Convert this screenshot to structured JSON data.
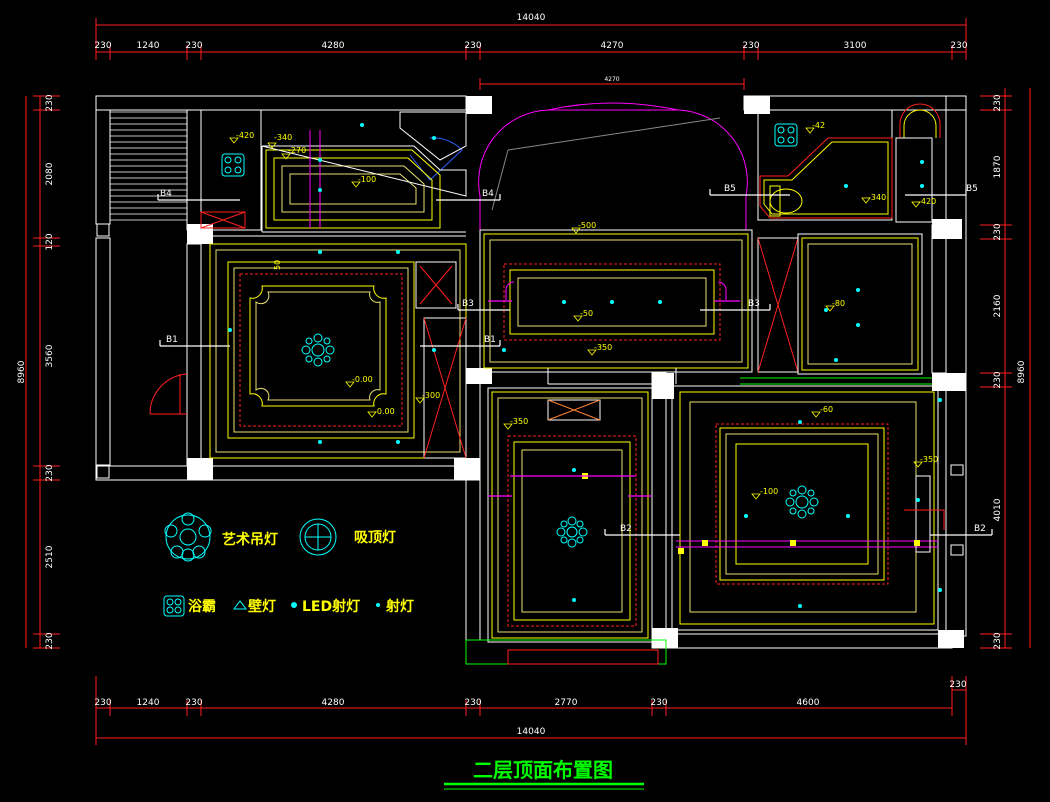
{
  "title": "二层顶面布置图",
  "colors": {
    "background": "#000000",
    "dimension": "#ff2020",
    "dimension_text": "#ffffff",
    "wall": "#ffffff",
    "ceiling_outline": "#ffff00",
    "ceiling_inner": "#e8e070",
    "lamp": "#00ffff",
    "accent": "#ff00ff",
    "title": "#00ff00"
  },
  "dims": {
    "overall_top": "14040",
    "overall_bottom": "14040",
    "top_segments": [
      "230",
      "1240",
      "230",
      "4280",
      "230",
      "4270",
      "230",
      "3100",
      "230"
    ],
    "bottom_segments": [
      "230",
      "1240",
      "230",
      "4280",
      "230",
      "2770",
      "230",
      "4600"
    ],
    "bottom_right_230": "230",
    "inner_top": "4270",
    "left_segments": [
      "230",
      "2080",
      "120",
      "3560",
      "230",
      "2510",
      "230"
    ],
    "left_total": "8960",
    "right_segments": [
      "230",
      "1870",
      "230",
      "2160",
      "230",
      "4010",
      "230"
    ],
    "right_total": "8960"
  },
  "sections": {
    "b1": "B1",
    "b2": "B2",
    "b3": "B3",
    "b4": "B4",
    "b5": "B5"
  },
  "levels": [
    "-420",
    "-340",
    "-270",
    "-100",
    "-500",
    "-50",
    "-350",
    "-0.00",
    "-0.00",
    "-300",
    "-80",
    "-42",
    "-340",
    "-420",
    "-350",
    "-60",
    "-100",
    "-350",
    "50"
  ],
  "legend": {
    "art_chandelier": "艺术吊灯",
    "ceiling_lamp": "吸顶灯",
    "bath_heater": "浴霸",
    "wall_lamp": "壁灯",
    "led_spot": "LED射灯",
    "spot": "射灯"
  }
}
